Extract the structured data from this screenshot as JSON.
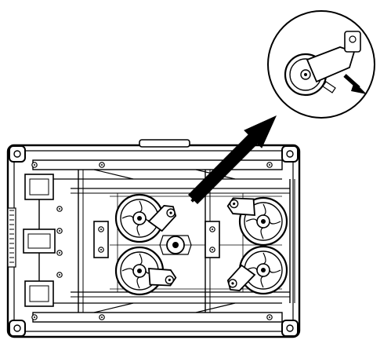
{
  "diagram": {
    "view": "underside-of-case-with-four-caster-wheels",
    "detail_callout": "wheel-caster-release-detail",
    "arrow_direction": "toward-upper-right",
    "colors": {
      "line": "#000000",
      "paper": "#ffffff",
      "fill_light": "#f2f2f2"
    }
  }
}
